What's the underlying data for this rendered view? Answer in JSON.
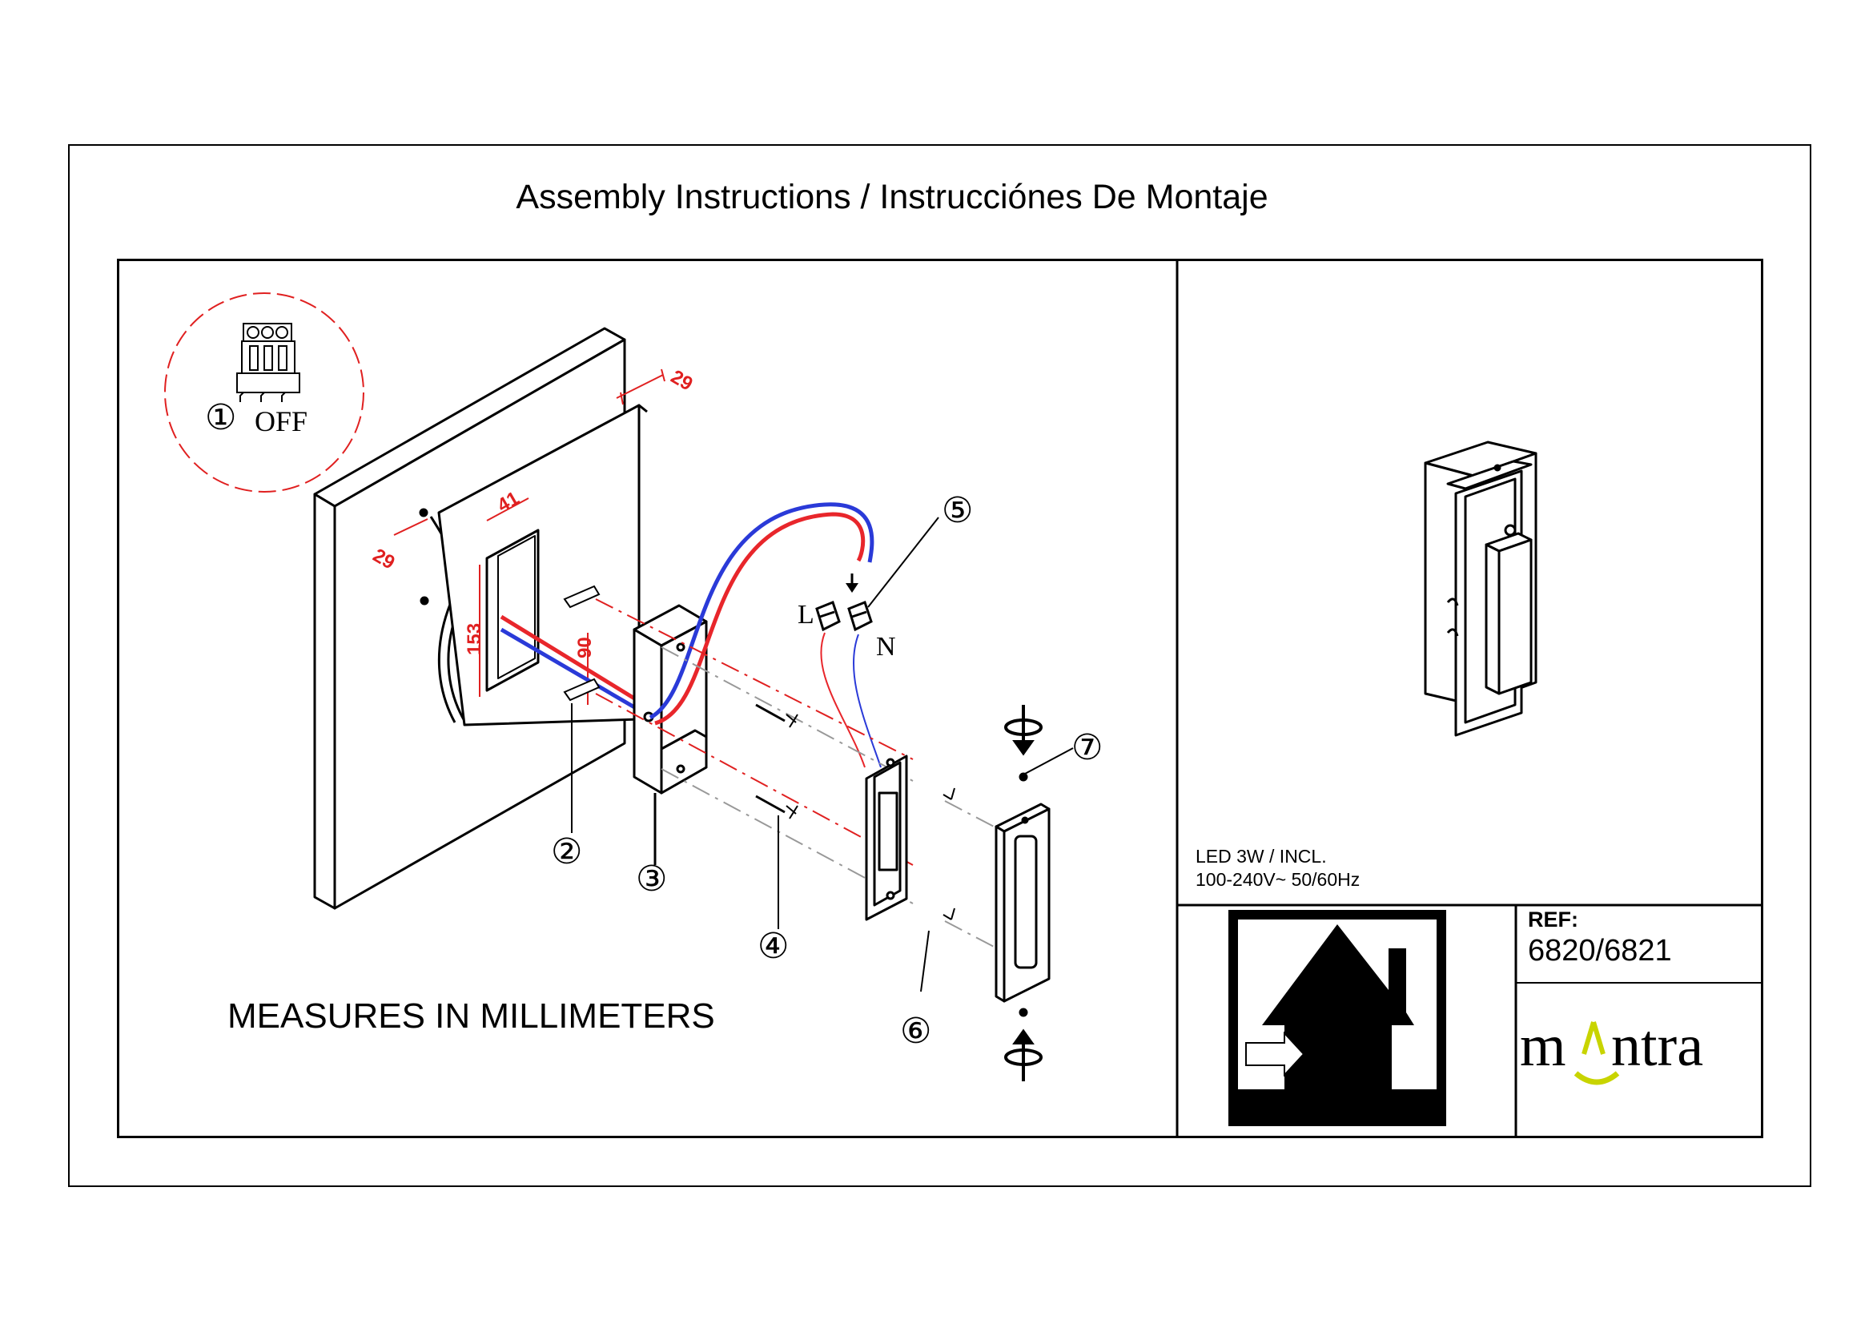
{
  "title": "Assembly Instructions / Instrucciónes De Montaje",
  "step1": {
    "number": "①",
    "label": "OFF"
  },
  "dimensions": {
    "top_depth": "29",
    "side_depth": "29",
    "cutout_width": "41",
    "cutout_height": "153",
    "box_offset": "90"
  },
  "callouts": [
    "②",
    "③",
    "④",
    "⑤",
    "⑥",
    "⑦"
  ],
  "wires": {
    "live": "L",
    "neutral": "N"
  },
  "measures_note": "MEASURES IN MILLIMETERS",
  "specs": {
    "line1": "LED   3W / INCL.",
    "line2": "100-240V~ 50/60Hz"
  },
  "ref": {
    "label": "REF:",
    "value": "6820/6821"
  },
  "brand": {
    "logo_text": "mantra",
    "accent_color": "#c8d400"
  },
  "colors": {
    "live_wire": "#e8262b",
    "neutral_wire": "#2a3ad8",
    "dimension": "#e02020"
  },
  "icons": [
    "breaker-icon",
    "indoor-use-icon",
    "rotate-icon"
  ]
}
